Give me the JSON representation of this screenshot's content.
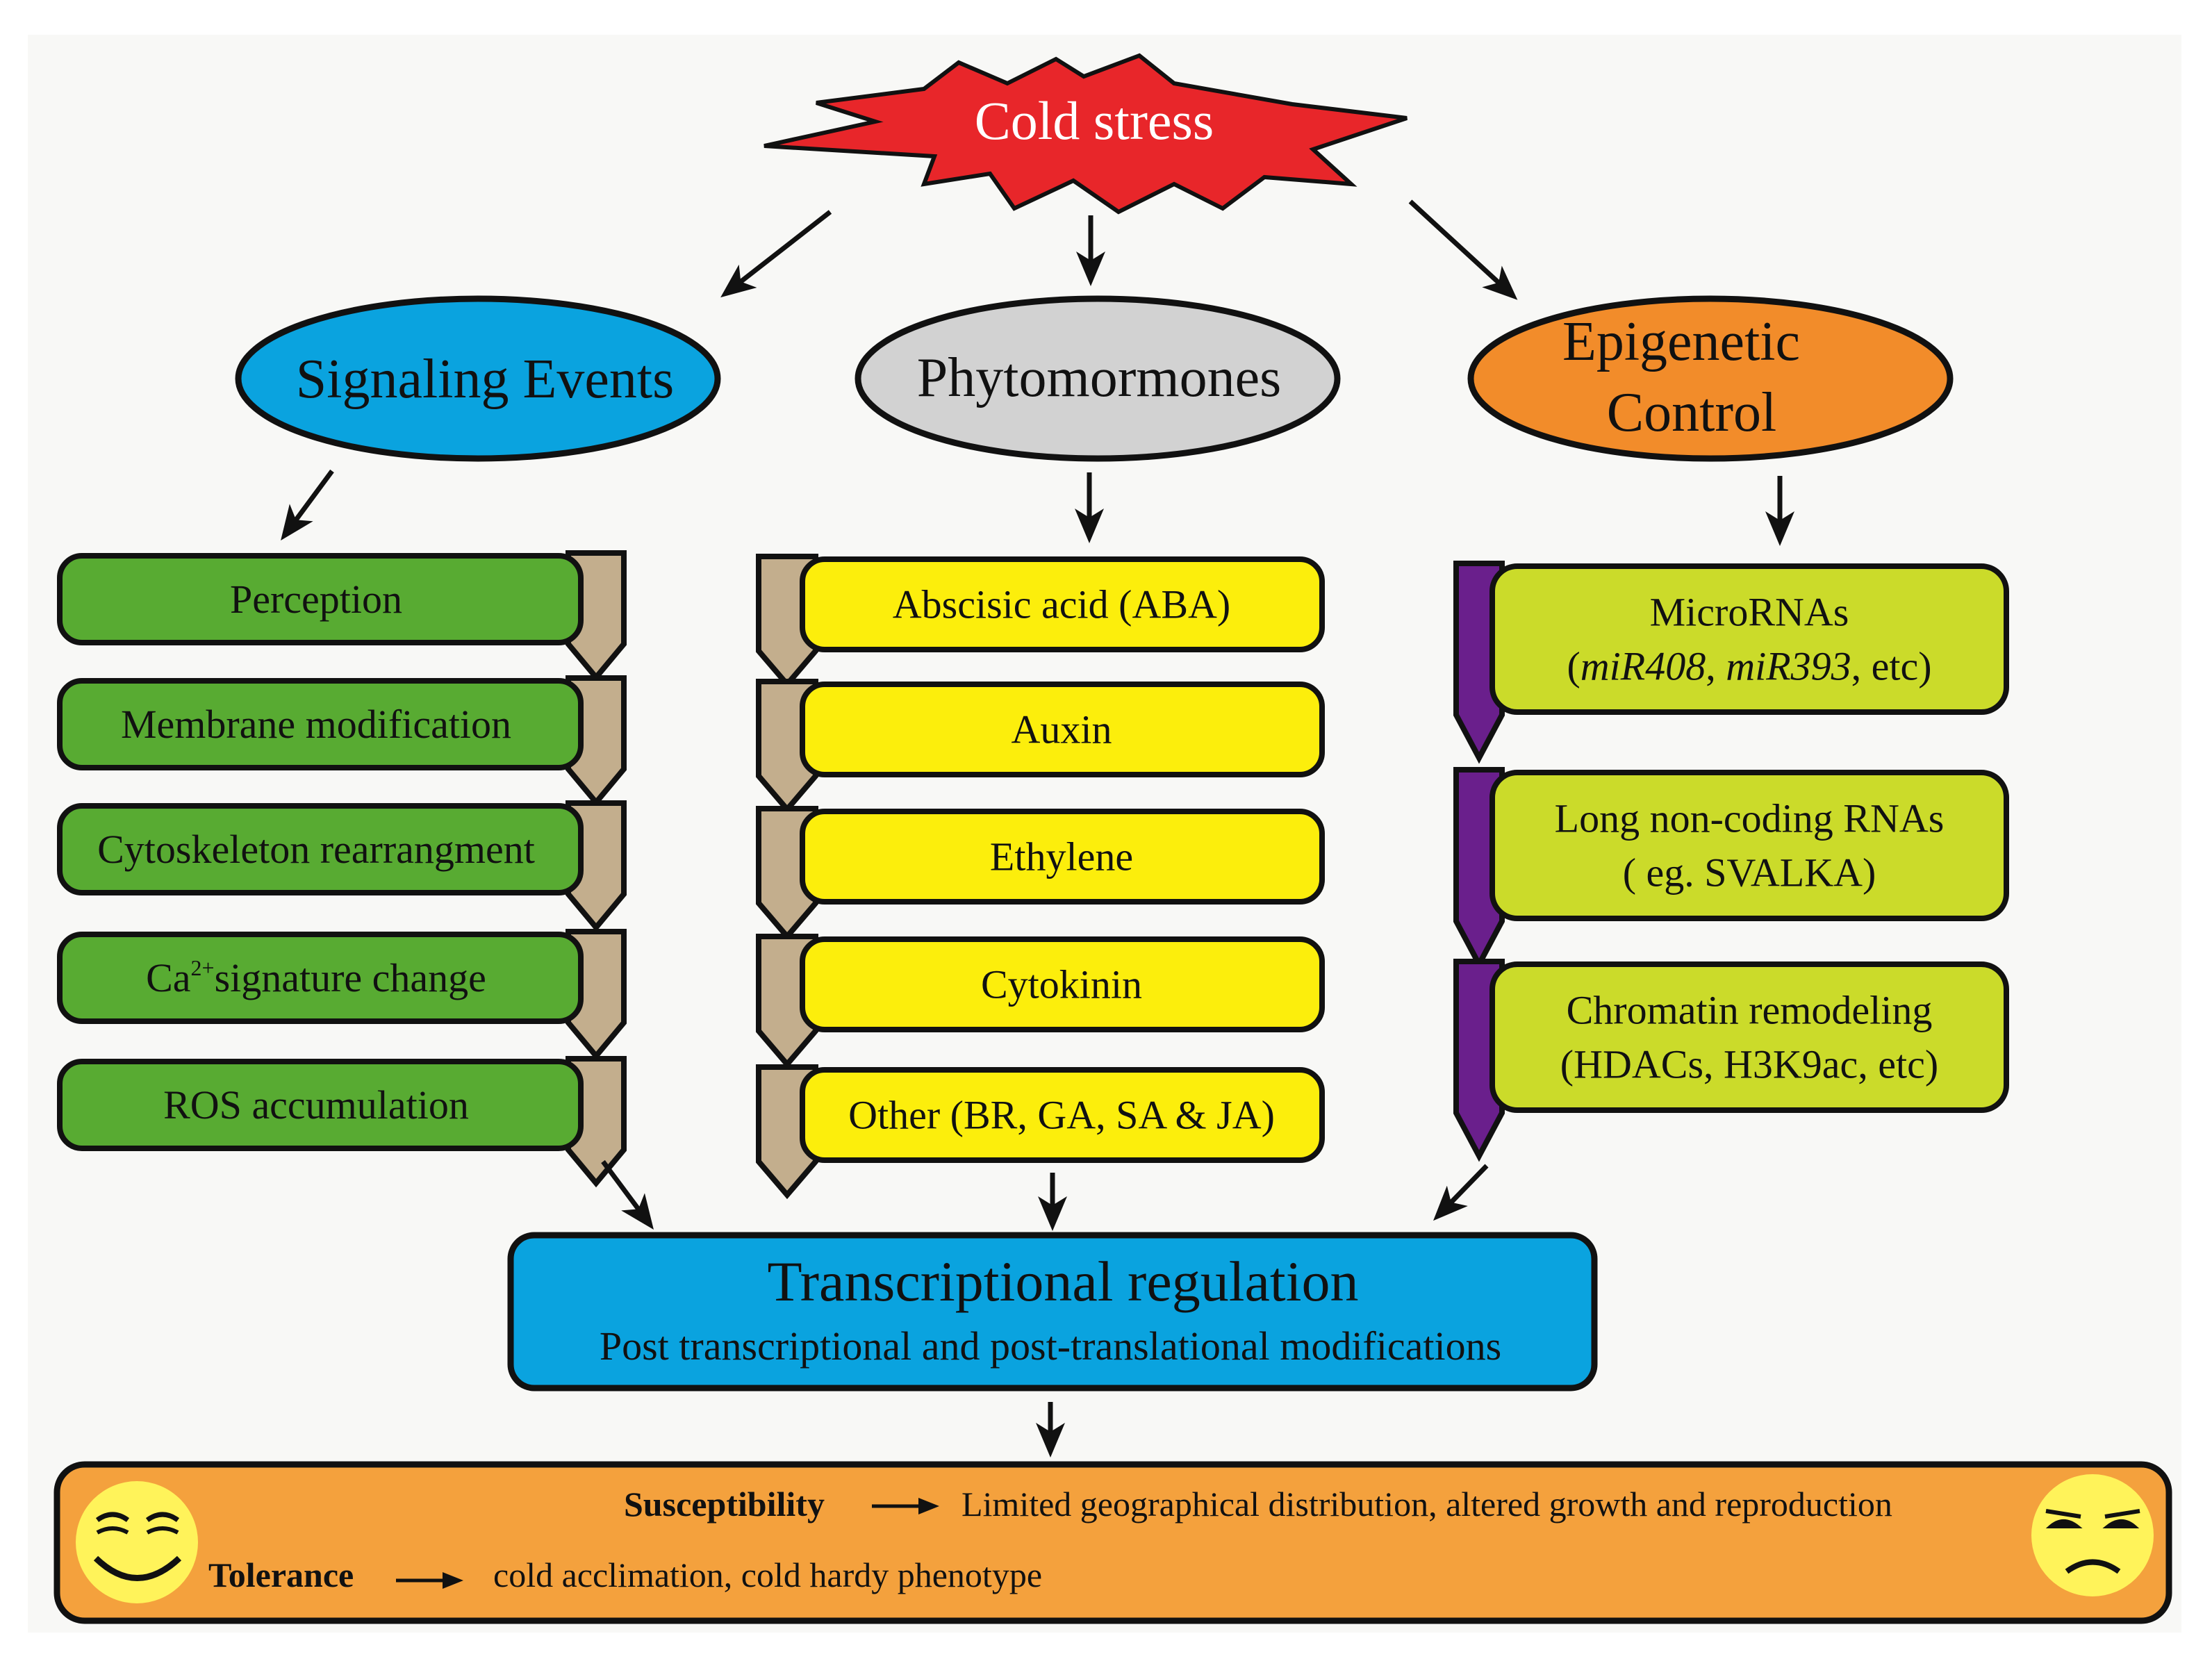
{
  "stress": {
    "label": "Cold stress"
  },
  "branches": [
    {
      "title_lines": [
        "Signaling Events"
      ],
      "items": [
        {
          "lines": [
            [
              {
                "t": "Perception"
              }
            ]
          ]
        },
        {
          "lines": [
            [
              {
                "t": "Membrane modification"
              }
            ]
          ]
        },
        {
          "lines": [
            [
              {
                "t": "Cytoskeleton rearrangment"
              }
            ]
          ]
        },
        {
          "lines": [
            [
              {
                "t": "Ca"
              },
              {
                "t": "2+",
                "sup": true
              },
              {
                "t": "signature change"
              }
            ]
          ]
        },
        {
          "lines": [
            [
              {
                "t": "ROS accumulation"
              }
            ]
          ]
        }
      ]
    },
    {
      "title_lines": [
        "Phytomormones"
      ],
      "items": [
        {
          "lines": [
            [
              {
                "t": "Abscisic acid (ABA)"
              }
            ]
          ]
        },
        {
          "lines": [
            [
              {
                "t": "Auxin"
              }
            ]
          ]
        },
        {
          "lines": [
            [
              {
                "t": "Ethylene"
              }
            ]
          ]
        },
        {
          "lines": [
            [
              {
                "t": "Cytokinin"
              }
            ]
          ]
        },
        {
          "lines": [
            [
              {
                "t": "Other (BR, GA, SA & JA)"
              }
            ]
          ]
        }
      ]
    },
    {
      "title_lines": [
        "Epigenetic",
        "Control"
      ],
      "items": [
        {
          "lines": [
            [
              {
                "t": "MicroRNAs"
              }
            ],
            [
              {
                "t": "("
              },
              {
                "t": "miR408",
                "i": true
              },
              {
                "t": ", "
              },
              {
                "t": "miR393",
                "i": true
              },
              {
                "t": ", etc)"
              }
            ]
          ]
        },
        {
          "lines": [
            [
              {
                "t": "Long non-coding RNAs"
              }
            ],
            [
              {
                "t": "( eg. SVALKA)"
              }
            ]
          ]
        },
        {
          "lines": [
            [
              {
                "t": "Chromatin remodeling"
              }
            ],
            [
              {
                "t": "(HDACs, H3K9ac, etc)"
              }
            ]
          ]
        }
      ]
    }
  ],
  "regulation": {
    "title": "Transcriptional regulation",
    "subtitle": "Post transcriptional and post-translational modifications"
  },
  "outcomes": {
    "susceptibility": {
      "label": "Susceptibility",
      "text": "Limited geographical distribution, altered growth and reproduction"
    },
    "tolerance": {
      "label": "Tolerance",
      "text": "cold acclimation, cold hardy phenotype"
    }
  },
  "icons": {
    "happy": "smiling-face-icon",
    "sad": "sad-face-icon",
    "arrow": "arrow-right-icon"
  },
  "colors": {
    "stress": "#e8262a",
    "signaling": "#0aa3df",
    "phytohormones": "#d2d2d2",
    "epigenetic": "#f28c2a",
    "signaling_items": "#58ab32",
    "phyto_items": "#fcee0c",
    "epi_items": "#cbdb2a",
    "signal_tab": "#c3ae8d",
    "phyto_tab": "#c3ae8d",
    "epi_tab": "#6a1f8c",
    "regulation": "#0aa3df",
    "outcome_band": "#f4a13d",
    "face": "#fff35a"
  }
}
